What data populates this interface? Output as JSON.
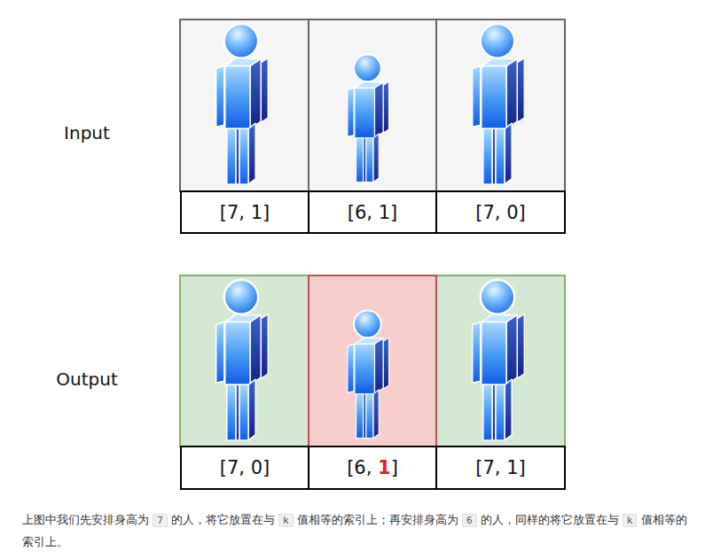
{
  "diagram": {
    "caption": "上图中我们先安排身高为 7 的人，将它放置在与 k 值相等的索引上；再安排身高为 6 的人，同样的将它放置在与 k 值相等的索引上。",
    "nodes": [
      {
        "text": [
          "[7, 1]"
        ]
      },
      {
        "text": [
          "[6, 1]"
        ]
      },
      {
        "text": [
          "[7, 0]"
        ]
      },
      {
        "text": [
          "[7, 0]"
        ]
      },
      {
        "text": [
          "[6, 1]"
        ]
      },
      {
        "text": [
          "[7, 1]"
        ]
      }
    ],
    "labels": [
      "Input",
      "Output"
    ]
  }
}
